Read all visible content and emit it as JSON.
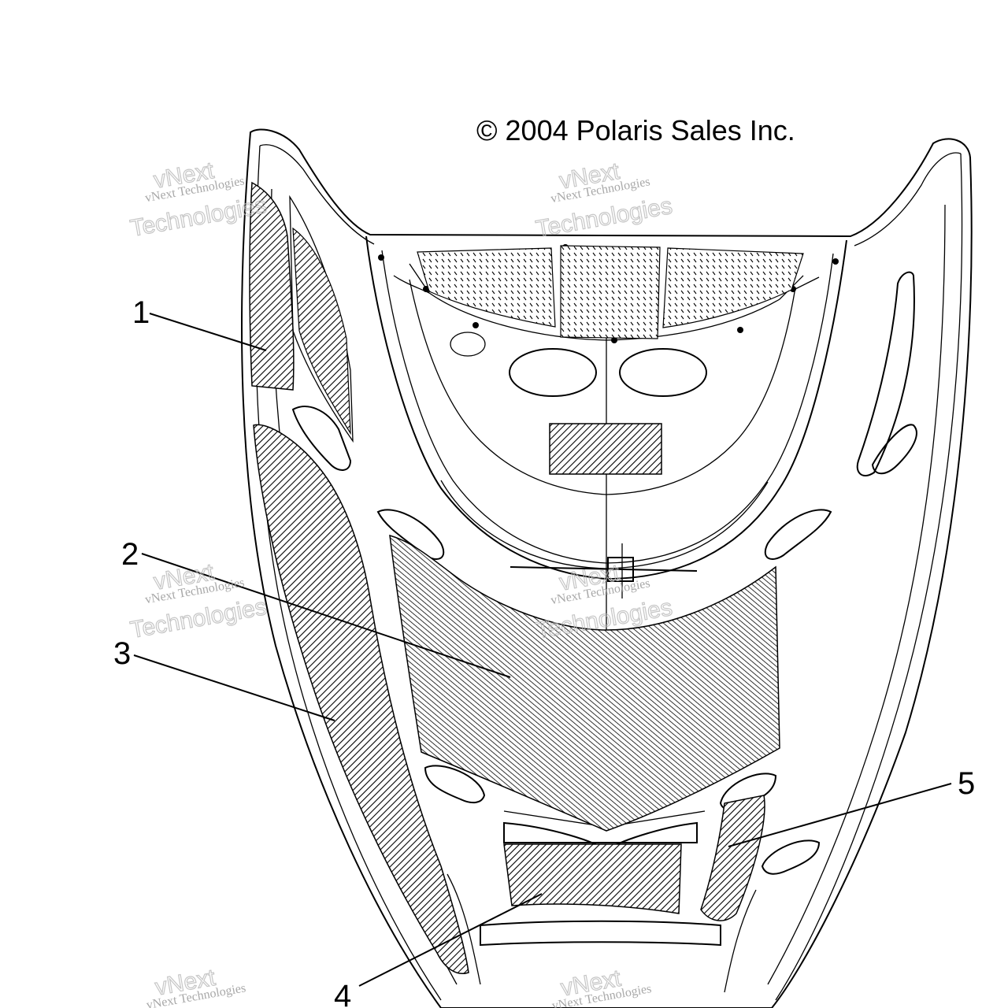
{
  "copyright": "© 2004 Polaris Sales Inc.",
  "watermark": {
    "line1": "vNext Technologies",
    "line2": "vNext",
    "line3": "Technologies"
  },
  "callouts": [
    {
      "id": "1",
      "label": "1"
    },
    {
      "id": "2",
      "label": "2"
    },
    {
      "id": "3",
      "label": "3"
    },
    {
      "id": "4",
      "label": "4"
    },
    {
      "id": "5",
      "label": "5"
    }
  ],
  "colors": {
    "line": "#000000",
    "background": "#ffffff",
    "watermark": "#9a9a9a"
  }
}
